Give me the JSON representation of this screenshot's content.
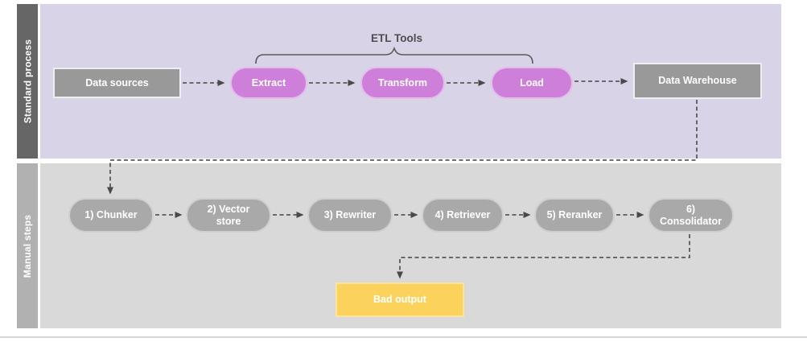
{
  "diagram": {
    "annotation": {
      "etl_tools_label": "ETL Tools"
    },
    "lanes": [
      {
        "label": "Standard process"
      },
      {
        "label": "Manual steps"
      }
    ],
    "nodes": {
      "data_sources": {
        "label": "Data sources",
        "shape": "rectangle",
        "color_key": "gray_node"
      },
      "extract": {
        "label": "Extract",
        "shape": "pill",
        "color_key": "pink_node"
      },
      "transform": {
        "label": "Transform",
        "shape": "pill",
        "color_key": "pink_node"
      },
      "load": {
        "label": "Load",
        "shape": "pill",
        "color_key": "pink_node"
      },
      "data_warehouse": {
        "label": "Data Warehouse",
        "shape": "rectangle",
        "color_key": "gray_node"
      },
      "chunker": {
        "label": "1) Chunker",
        "shape": "pill",
        "color_key": "step_pill"
      },
      "vector_store": {
        "label": "2) Vector store",
        "shape": "pill",
        "color_key": "step_pill"
      },
      "rewriter": {
        "label": "3) Rewriter",
        "shape": "pill",
        "color_key": "step_pill"
      },
      "retriever": {
        "label": "4) Retriever",
        "shape": "pill",
        "color_key": "step_pill"
      },
      "reranker": {
        "label": "5) Reranker",
        "shape": "pill",
        "color_key": "step_pill"
      },
      "consolidator": {
        "label": "6) Consolidator",
        "shape": "pill",
        "color_key": "step_pill"
      },
      "bad_output": {
        "label": "Bad output",
        "shape": "rectangle",
        "color_key": "bad_output"
      }
    },
    "edges": [
      {
        "from": "data_sources",
        "to": "extract",
        "style": "dashed-arrow"
      },
      {
        "from": "extract",
        "to": "transform",
        "style": "dashed-arrow"
      },
      {
        "from": "transform",
        "to": "load",
        "style": "dashed-arrow"
      },
      {
        "from": "load",
        "to": "data_warehouse",
        "style": "dashed-arrow"
      },
      {
        "from": "data_warehouse",
        "to": "chunker",
        "style": "dashed-arrow"
      },
      {
        "from": "chunker",
        "to": "vector_store",
        "style": "dashed-arrow"
      },
      {
        "from": "vector_store",
        "to": "rewriter",
        "style": "dashed-arrow"
      },
      {
        "from": "rewriter",
        "to": "retriever",
        "style": "dashed-arrow"
      },
      {
        "from": "retriever",
        "to": "reranker",
        "style": "dashed-arrow"
      },
      {
        "from": "reranker",
        "to": "consolidator",
        "style": "dashed-arrow"
      },
      {
        "from": "consolidator",
        "to": "bad_output",
        "style": "dashed-arrow"
      }
    ],
    "brace": {
      "spans_from": "extract",
      "spans_to": "load",
      "labelled_by": "ETL Tools"
    }
  },
  "colors": {
    "lane1_bar": "#666666",
    "lane1_bg": "#d9d3e8",
    "lane2_bar": "#b1b1b1",
    "lane2_bg": "#d9d9d9",
    "gray_node": "#999999",
    "pink_node": "#ce7fd9",
    "step_pill": "#a9a9a9",
    "bad_output": "#fbd35c",
    "connector": "#595959",
    "annotation_text": "#4d4d4d"
  }
}
